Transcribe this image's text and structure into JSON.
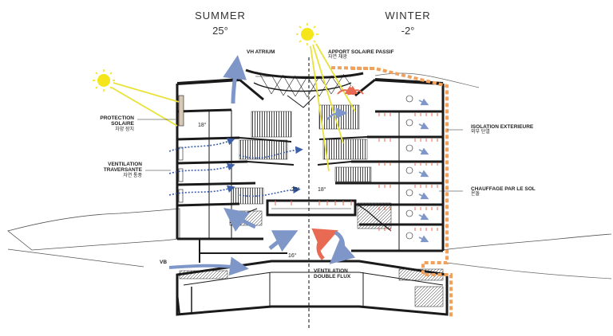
{
  "seasons": {
    "summer": {
      "label": "SUMMER",
      "temp": "25°"
    },
    "winter": {
      "label": "WINTER",
      "temp": "-2°"
    }
  },
  "labels": {
    "vh_atrium": "VH ATRIUM",
    "apport_solaire": {
      "fr": "APPORT SOLAIRE PASSIF",
      "ko": "자연 채광"
    },
    "protection_solaire": {
      "fr1": "PROTECTION",
      "fr2": "SOLAIRE",
      "ko": "차양 장치"
    },
    "ventilation_traversante": {
      "fr1": "VENTILATION",
      "fr2": "TRAVERSANTE",
      "ko": "자연 통풍"
    },
    "isolation_exterieure": {
      "fr": "ISOLATION EXTERIEURE",
      "ko": "외부 단열"
    },
    "chauffage_sol": {
      "fr": "CHAUFFAGE PAR LE SOL",
      "ko": "온돌"
    },
    "ventilation_double_flux": {
      "fr1": "VENTILATION",
      "fr2": "DOUBLE FLUX"
    },
    "vb": "VB"
  },
  "temperatures": {
    "room_18_left": "18°",
    "atrium_25": "25°",
    "atrium_18": "18°",
    "lower_16": "16°"
  },
  "colors": {
    "line": "#1a1a1a",
    "sun": "#f4e61a",
    "sunray": "#e8e23a",
    "warm": "#e86a52",
    "cool_arrow": "#7f97c8",
    "cool_dots": "#3d5fa8",
    "insulation": "#f0a15c",
    "terrain": "#555555"
  },
  "icons": [
    "sun-icon",
    "airflow-arrow-icon",
    "heat-arrow-icon"
  ]
}
